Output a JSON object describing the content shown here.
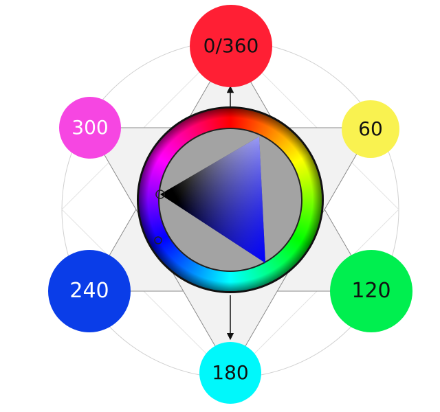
{
  "hues": [
    {
      "label": "0/360",
      "color": "#ff1f34",
      "text_color": "#111111"
    },
    {
      "label": "60",
      "color": "#f9f250",
      "text_color": "#111111"
    },
    {
      "label": "120",
      "color": "#00ef4f",
      "text_color": "#111111"
    },
    {
      "label": "180",
      "color": "#00f8fb",
      "text_color": "#111111"
    },
    {
      "label": "240",
      "color": "#0a3de8",
      "text_color": "#ffffff"
    },
    {
      "label": "300",
      "color": "#f646e2",
      "text_color": "#ffffff"
    }
  ],
  "colors": {
    "guide_circle": "#d0d0d0",
    "hexagram_fill": "#f2f2f2",
    "hexagram_stroke": "#8a8a8a",
    "arrow": "#111111",
    "wheel_inner": "#a3a3a3"
  },
  "icons": {
    "wheel": "hsv-color-wheel-icon",
    "triangle": "saturation-value-triangle-icon"
  }
}
